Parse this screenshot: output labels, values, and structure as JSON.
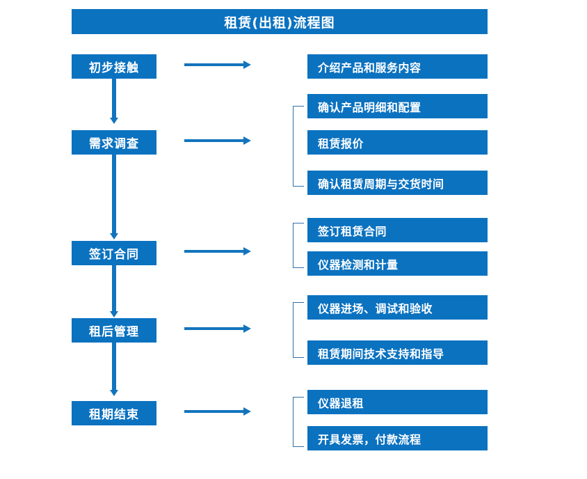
{
  "title": "租赁(出租)流程图",
  "colors": {
    "brand_blue": "#0b72c0",
    "arrow_blue": "#1274bd",
    "bracket_blue": "#2f6fa8",
    "text_white": "#ffffff",
    "background": "#ffffff"
  },
  "chart_data": {
    "type": "diagram",
    "title": "租赁(出租)流程图",
    "orientation": "top-to-bottom",
    "stages": [
      {
        "id": "stage-1",
        "label": "初步接触",
        "details": [
          "介绍产品和服务内容"
        ],
        "bracketed": false
      },
      {
        "id": "stage-2",
        "label": "需求调查",
        "details": [
          "确认产品明细和配置",
          "租赁报价",
          "确认租赁周期与交货时间"
        ],
        "bracketed": true
      },
      {
        "id": "stage-3",
        "label": "签订合同",
        "details": [
          "签订租赁合同",
          "仪器检测和计量"
        ],
        "bracketed": true
      },
      {
        "id": "stage-4",
        "label": "租后管理",
        "details": [
          "仪器进场、调试和验收",
          "租赁期间技术支持和指导"
        ],
        "bracketed": true
      },
      {
        "id": "stage-5",
        "label": "租期结束",
        "details": [
          "仪器退租",
          "开具发票，付款流程"
        ],
        "bracketed": true
      }
    ]
  },
  "stages": {
    "s1": {
      "label": "初步接触"
    },
    "s2": {
      "label": "需求调查"
    },
    "s3": {
      "label": "签订合同"
    },
    "s4": {
      "label": "租后管理"
    },
    "s5": {
      "label": "租期结束"
    }
  },
  "details": {
    "d1": "介绍产品和服务内容",
    "d2": "确认产品明细和配置",
    "d3": "租赁报价",
    "d4": "确认租赁周期与交货时间",
    "d5": "签订租赁合同",
    "d6": "仪器检测和计量",
    "d7": "仪器进场、调试和验收",
    "d8": "租赁期间技术支持和指导",
    "d9": "仪器退租",
    "d10": "开具发票，付款流程"
  }
}
